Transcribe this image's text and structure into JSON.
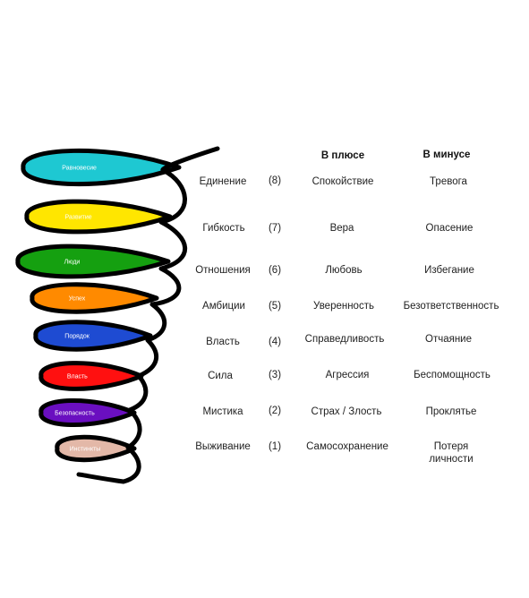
{
  "headers": {
    "plus": "В плюсе",
    "minus": "В минусе"
  },
  "levels": [
    {
      "number": "(8)",
      "name": "Единение",
      "plus": "Спокойствие",
      "minus": "Тревога",
      "petal": "Равновесие",
      "color": "#1EC8D2"
    },
    {
      "number": "(7)",
      "name": "Гибкость",
      "plus": "Вера",
      "minus": "Опасение",
      "petal": "Развитие",
      "color": "#FFE600"
    },
    {
      "number": "(6)",
      "name": "Отношения",
      "plus": "Любовь",
      "minus": "Избегание",
      "petal": "Люди",
      "color": "#15A010"
    },
    {
      "number": "(5)",
      "name": "Амбиции",
      "plus": "Уверенность",
      "minus": "Безответственность",
      "petal": "Успех",
      "color": "#FF8A00"
    },
    {
      "number": "(4)",
      "name": "Власть",
      "plus": "Справедливость",
      "minus": "Отчаяние",
      "petal": "Порядок",
      "color": "#1E4BD2"
    },
    {
      "number": "(3)",
      "name": "Сила",
      "plus": "Агрессия",
      "minus": "Беспомощность",
      "petal": "Власть",
      "color": "#FF1010"
    },
    {
      "number": "(2)",
      "name": "Мистика",
      "plus": "Страх / Злость",
      "minus": "Проклятье",
      "petal": "Безопасность",
      "color": "#6A0FC0"
    },
    {
      "number": "(1)",
      "name": "Выживание",
      "plus": "Самосохранение",
      "minus": "Потеря личности",
      "petal": "Инстинкты",
      "color": "#E3B8A8"
    }
  ]
}
